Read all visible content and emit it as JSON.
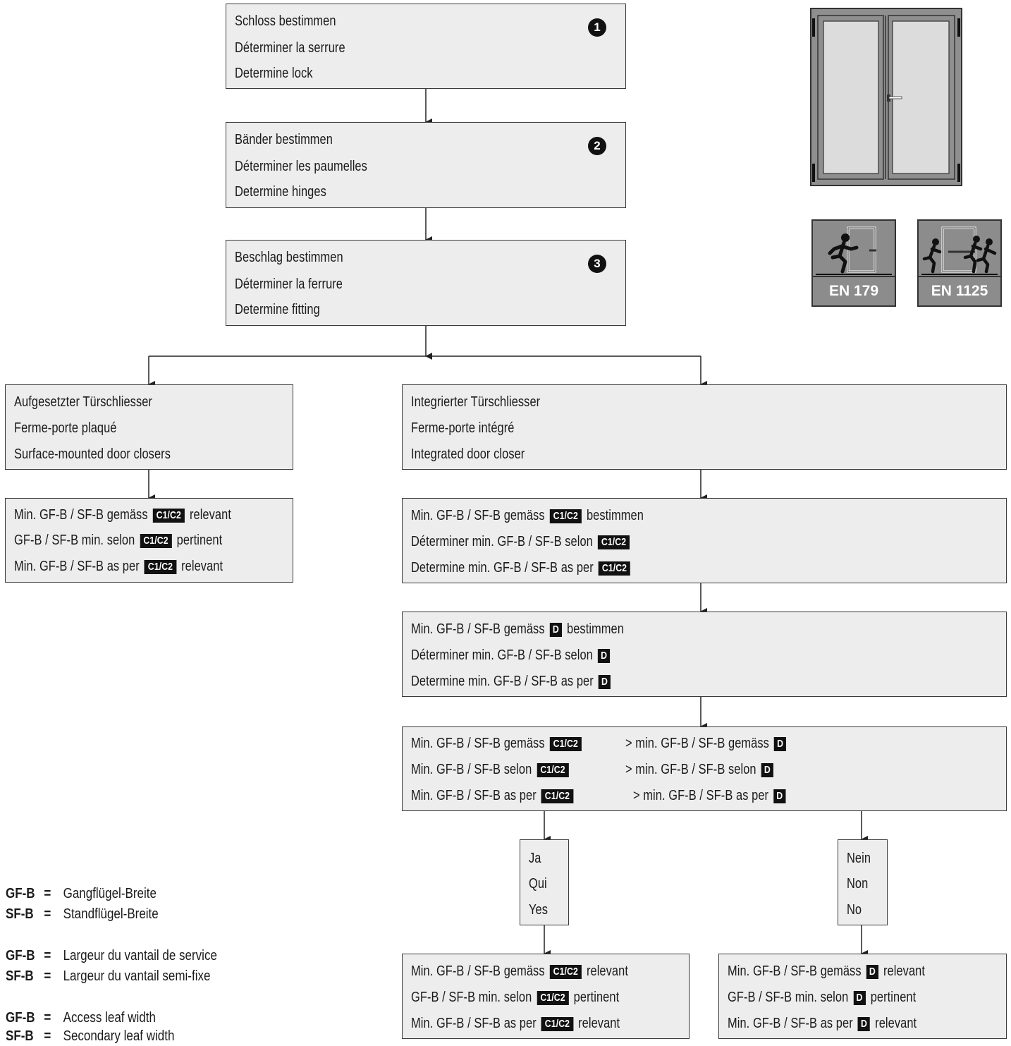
{
  "steps": [
    {
      "number": "1",
      "lines": [
        "Schloss bestimmen",
        "Déterminer la serrure",
        "Determine lock"
      ]
    },
    {
      "number": "2",
      "lines": [
        "Bänder bestimmen",
        "Déterminer les paumelles",
        "Determine hinges"
      ]
    },
    {
      "number": "3",
      "lines": [
        "Beschlag bestimmen",
        "Déterminer la ferrure",
        "Determine fitting"
      ]
    }
  ],
  "tags": {
    "c1c2": "C1/C2",
    "d": "D"
  },
  "left_branch": {
    "title_lines": [
      "Aufgesetzter Türschliesser",
      "Ferme-porte plaqué",
      "Surface-mounted door closers"
    ],
    "result": {
      "l1_pre": "Min. GF-B / SF-B gemäss",
      "l1_post": "relevant",
      "l2_pre": "GF-B / SF-B min. selon",
      "l2_post": "pertinent",
      "l3_pre": "Min. GF-B / SF-B as per",
      "l3_post": "relevant"
    }
  },
  "right_branch": {
    "title_lines": [
      "Integrierter Türschliesser",
      "Ferme-porte intégré",
      "Integrated door closer"
    ],
    "c1c2_box": {
      "l1_pre": "Min. GF-B / SF-B gemäss",
      "l1_post": "bestimmen",
      "l2_pre": "Déterminer min. GF-B / SF-B selon",
      "l3_pre": "Determine min. GF-B / SF-B as per"
    },
    "d_box": {
      "l1_pre": "Min. GF-B / SF-B gemäss",
      "l1_post": "bestimmen",
      "l2_pre": "Déterminer min. GF-B / SF-B selon",
      "l3_pre": "Determine min. GF-B / SF-B as per"
    },
    "compare_box": {
      "l1_left": "Min. GF-B / SF-B gemäss",
      "l1_right": "> min. GF-B / SF-B gemäss",
      "l2_left": "Min. GF-B / SF-B selon",
      "l2_right": "> min. GF-B / SF-B selon",
      "l3_left": "Min. GF-B / SF-B as per",
      "l3_right": "> min. GF-B / SF-B as per"
    },
    "yes_lines": [
      "Ja",
      "Qui",
      "Yes"
    ],
    "no_lines": [
      "Nein",
      "Non",
      "No"
    ],
    "yes_result": {
      "l1_pre": "Min. GF-B / SF-B gemäss",
      "l1_post": "relevant",
      "l2_pre": "GF-B / SF-B min. selon",
      "l2_post": "pertinent",
      "l3_pre": "Min. GF-B / SF-B as per",
      "l3_post": "relevant"
    },
    "no_result": {
      "l1_pre": "Min. GF-B / SF-B gemäss",
      "l1_post": "relevant",
      "l2_pre": "GF-B / SF-B min. selon",
      "l2_post": "pertinent",
      "l3_pre": "Min. GF-B / SF-B as per",
      "l3_post": "relevant"
    }
  },
  "legend": [
    {
      "abbr": "GF-B",
      "eq": "=",
      "text": "Gangflügel-Breite"
    },
    {
      "abbr": "SF-B",
      "eq": "=",
      "text": "Standflügel-Breite"
    },
    {
      "abbr": "GF-B",
      "eq": "=",
      "text": "Largeur du vantail de service"
    },
    {
      "abbr": "SF-B",
      "eq": "=",
      "text": "Largeur du vantail semi-fixe"
    },
    {
      "abbr": "GF-B",
      "eq": "=",
      "text": "Access leaf width"
    },
    {
      "abbr": "SF-B",
      "eq": "=",
      "text": "Secondary leaf width"
    }
  ],
  "badges": [
    {
      "label": "EN 179",
      "icon": "panic-exit-single-person-icon"
    },
    {
      "label": "EN 1125",
      "icon": "panic-exit-multiple-persons-icon"
    }
  ],
  "icons": {
    "door": "double-door-icon"
  }
}
